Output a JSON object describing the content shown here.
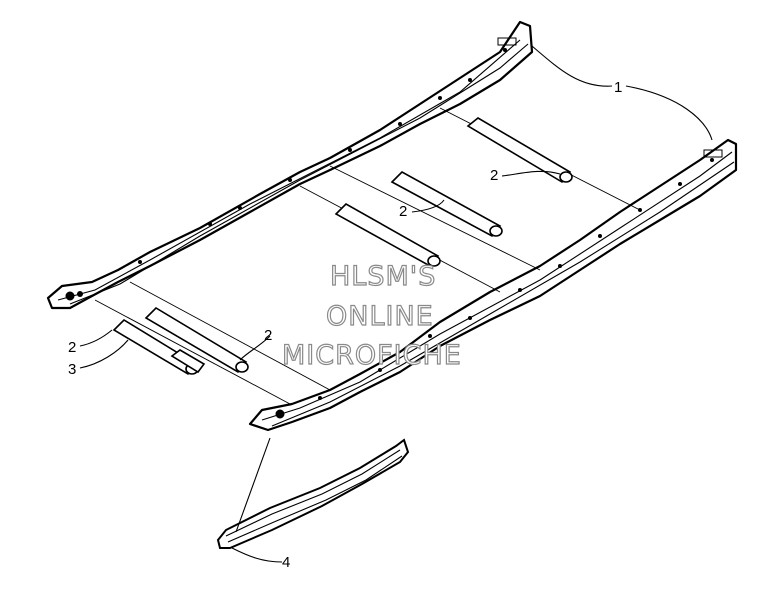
{
  "diagram": {
    "callouts": [
      {
        "id": "c1",
        "text": "1"
      },
      {
        "id": "c2a",
        "text": "2"
      },
      {
        "id": "c2b",
        "text": "2"
      },
      {
        "id": "c2c",
        "text": "2"
      },
      {
        "id": "c2d",
        "text": "2"
      },
      {
        "id": "c3",
        "text": "3"
      },
      {
        "id": "c4",
        "text": "4"
      }
    ],
    "watermark": {
      "line1": "HLSM'S",
      "line2": "ONLINE",
      "line3": "MICROFICHE"
    }
  }
}
